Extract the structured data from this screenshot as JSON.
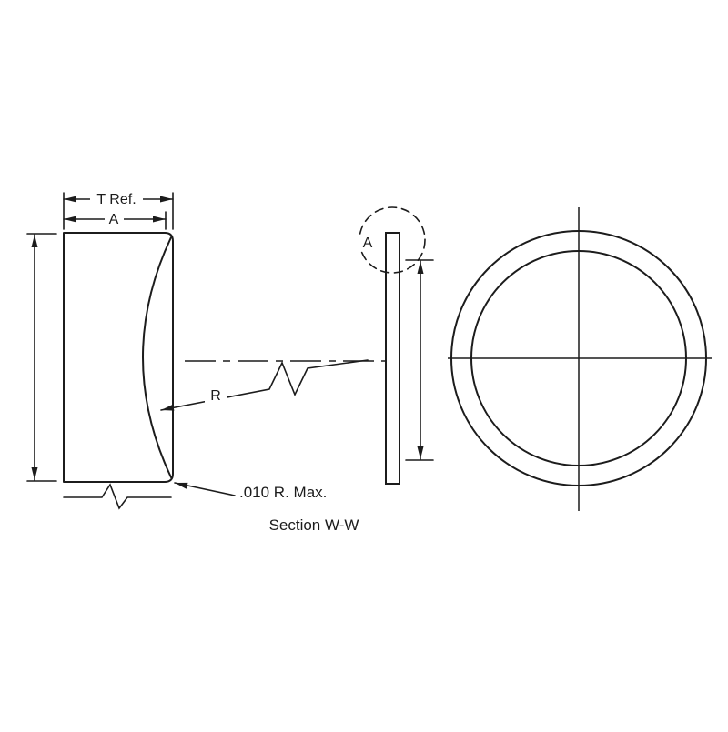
{
  "drawing": {
    "title": "Section W-W",
    "labels": {
      "t_ref": "T Ref.",
      "a_width": "A",
      "r": "R",
      "radius_max": ".010 R. Max.",
      "section": "Section W-W",
      "detail_a": "A"
    },
    "colors": {
      "line": "#1c1c1c",
      "background": "#ffffff"
    }
  }
}
